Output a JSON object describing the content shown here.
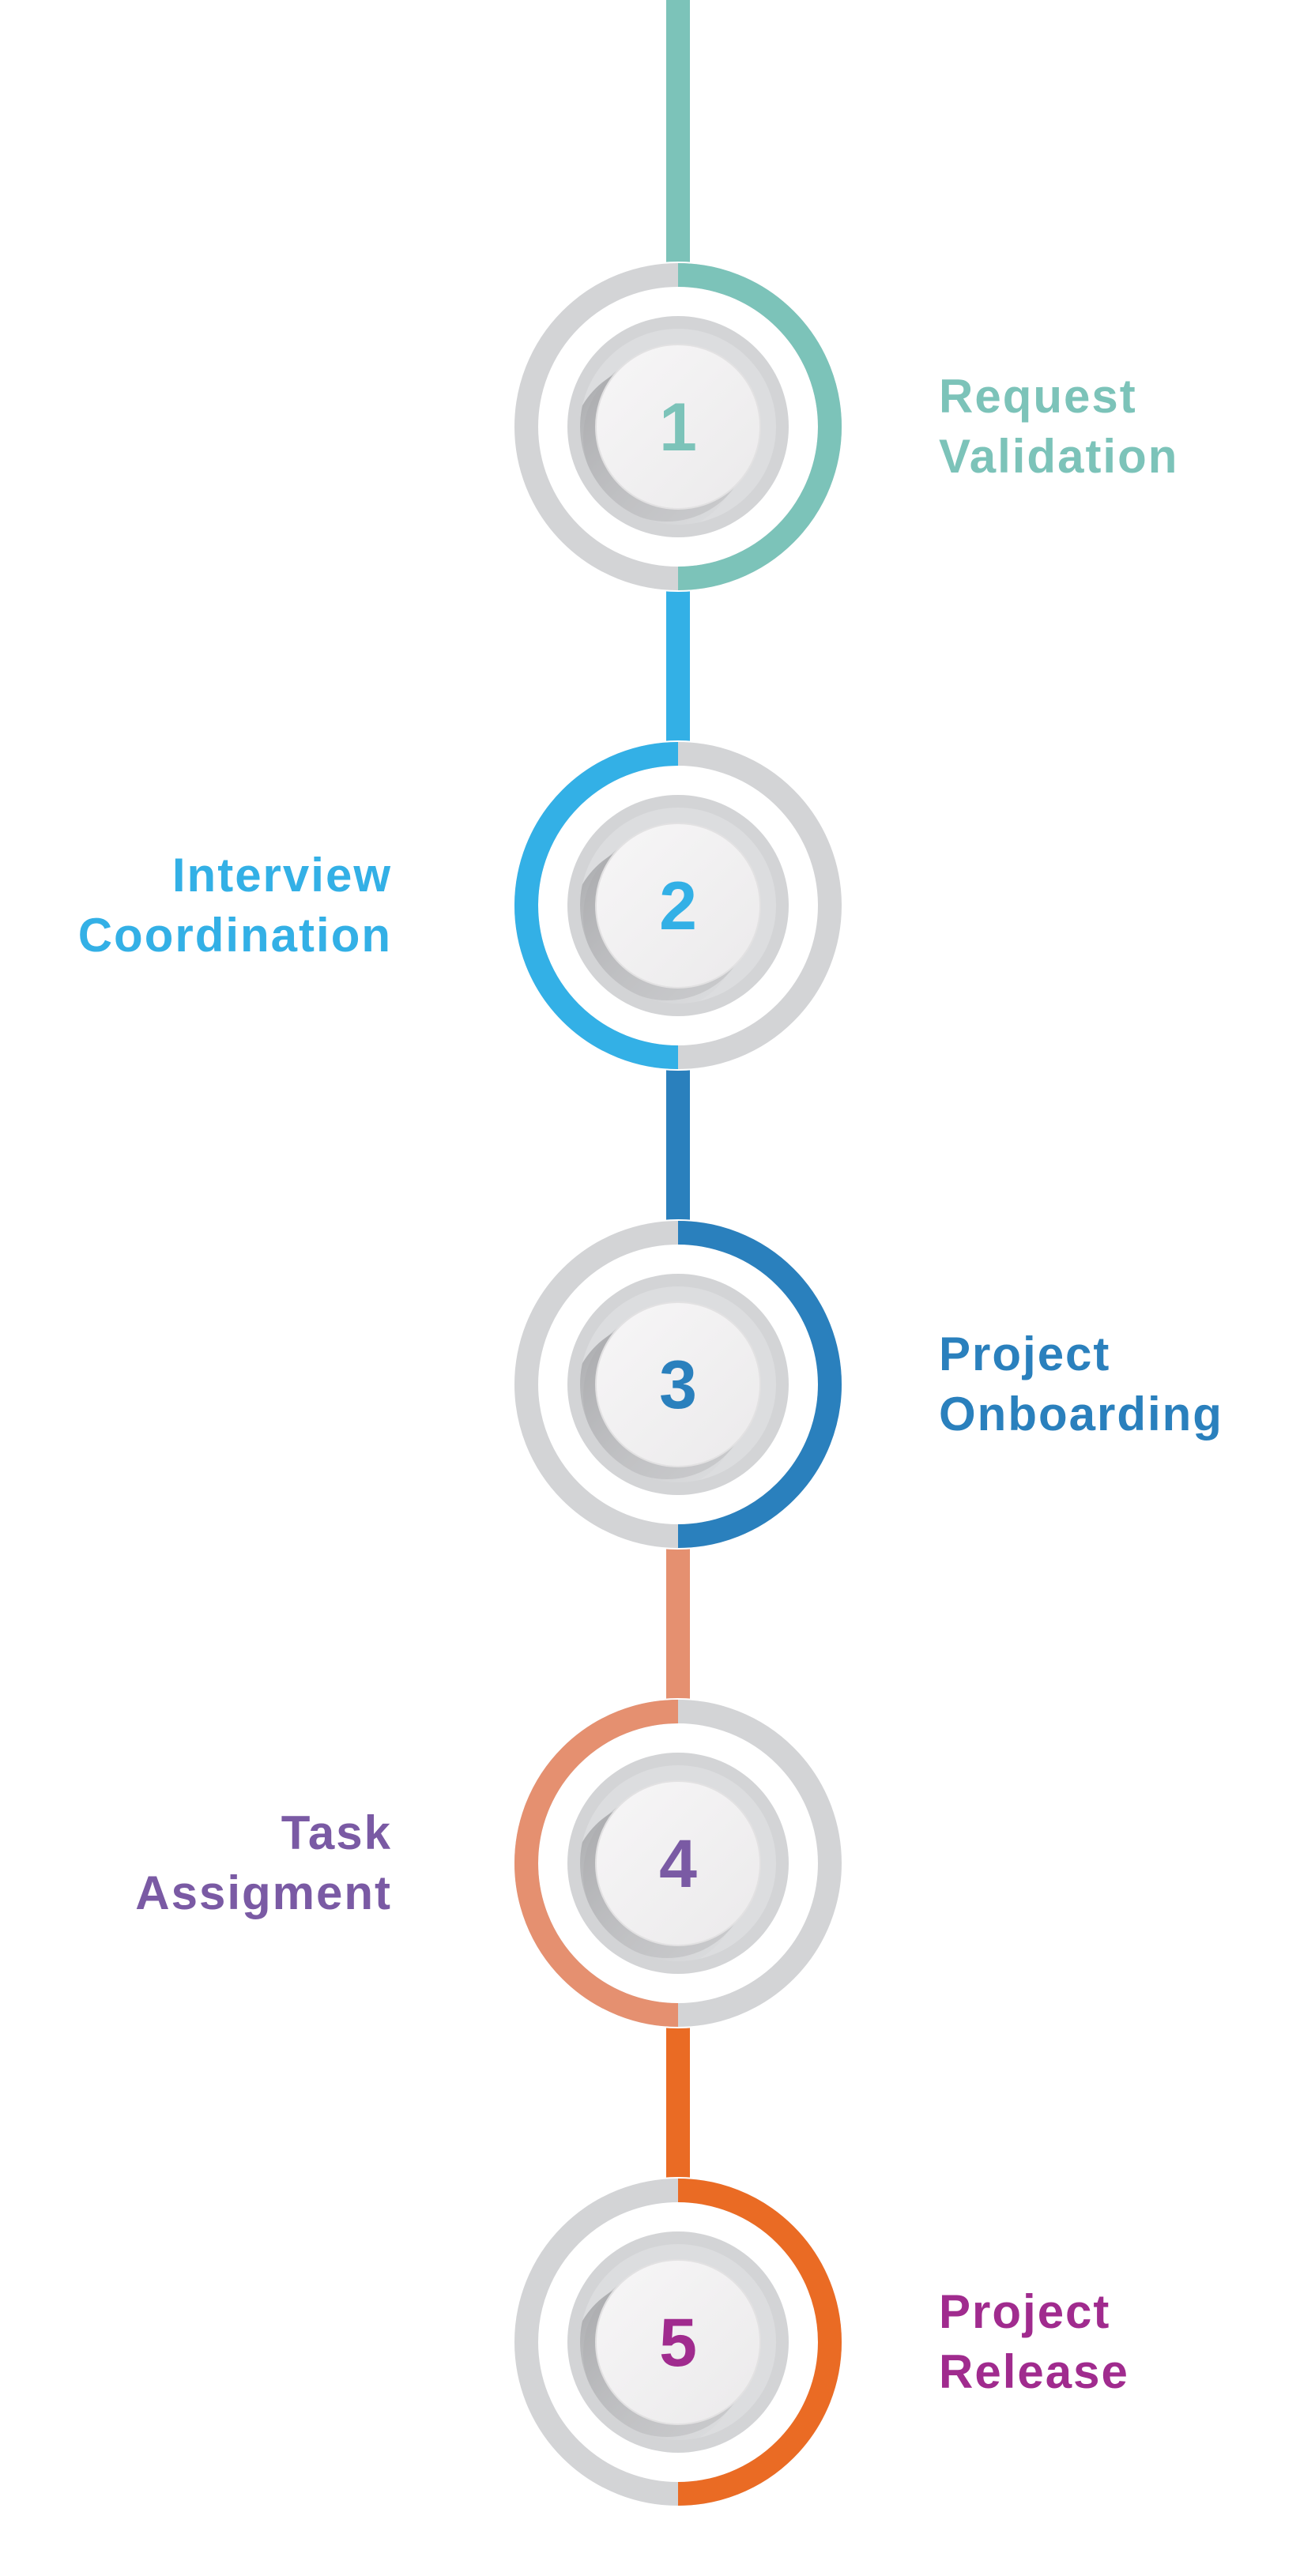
{
  "colors": {
    "background": "#ffffff",
    "ring_grey": "#d3d4d6",
    "disc_face": "#efeeef",
    "shadow": "#a9aaad"
  },
  "steps": [
    {
      "number": "1",
      "title": [
        "Request",
        "Validation"
      ],
      "side": "right",
      "arc": "right",
      "connector_above_color": "#7cc3b9",
      "ring_color": "#7cc3b9",
      "number_color": "#7cc3b9",
      "label_color": "#7cc3b9"
    },
    {
      "number": "2",
      "title": [
        "Interview",
        "Coordination"
      ],
      "side": "left",
      "arc": "left",
      "connector_above_color": "#33b0e6",
      "ring_color": "#33b0e6",
      "number_color": "#33b0e6",
      "label_color": "#33b0e6"
    },
    {
      "number": "3",
      "title": [
        "Project",
        "Onboarding"
      ],
      "side": "right",
      "arc": "right",
      "connector_above_color": "#2a80bd",
      "ring_color": "#2a80bd",
      "number_color": "#2a80bd",
      "label_color": "#2a80bd"
    },
    {
      "number": "4",
      "title": [
        "Task",
        "Assigment"
      ],
      "side": "left",
      "arc": "left",
      "connector_above_color": "#e59070",
      "ring_color": "#e59070",
      "number_color": "#7a5aa4",
      "label_color": "#7a5aa4"
    },
    {
      "number": "5",
      "title": [
        "Project",
        "Release"
      ],
      "side": "right",
      "arc": "right",
      "connector_above_color": "#ea6b24",
      "ring_color": "#ea6b24",
      "number_color": "#a02b8e",
      "label_color": "#a02b8e"
    }
  ]
}
